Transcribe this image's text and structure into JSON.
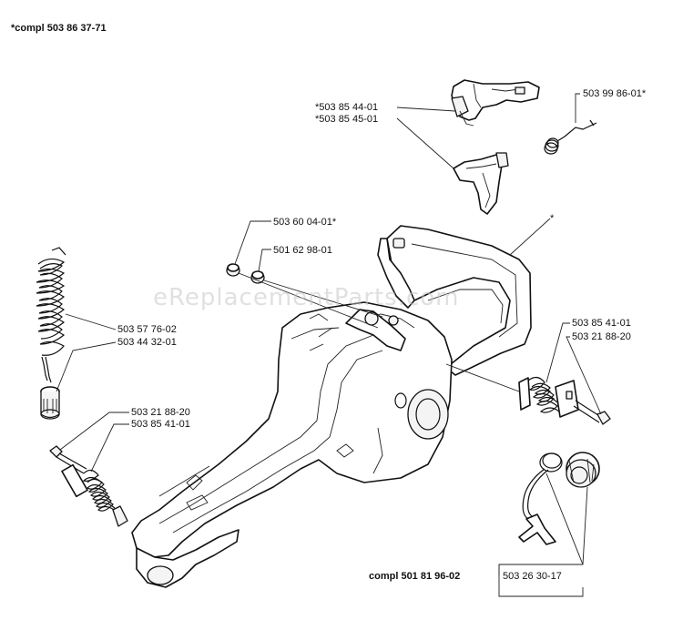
{
  "header": {
    "compl_main": "*compl 503 86 37-71"
  },
  "watermark": "eReplacementParts.com",
  "labels": {
    "p1": "*503 85 44-01",
    "p2": "*503 85 45-01",
    "p3": "503 99 86-01*",
    "p4": "503 60 04-01*",
    "p5": "501 62 98-01",
    "p6": "503 57 76-02",
    "p7": "503 44 32-01",
    "p8": "503 85 41-01",
    "p9": "503 21 88-20",
    "p10": "503 21 88-20",
    "p11": "503 85 41-01",
    "p12": "503 26 30-17",
    "star": "*"
  },
  "footer": {
    "compl_cap": "compl 501 81 96-02"
  }
}
